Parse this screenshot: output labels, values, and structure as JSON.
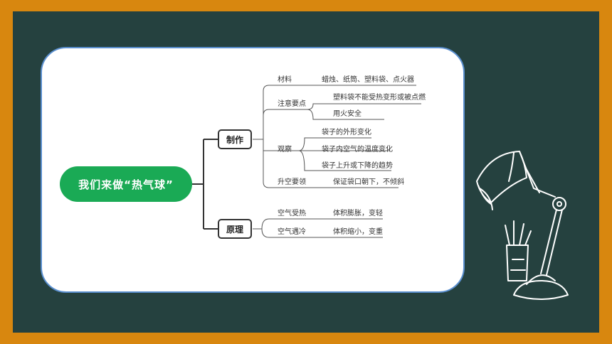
{
  "mindmap": {
    "root": "我们来做“热气球”",
    "branches": [
      {
        "label": "制作",
        "children": [
          {
            "label": "材料",
            "items": [
              "蜡烛、纸筒、塑料袋、点火器"
            ]
          },
          {
            "label": "注意要点",
            "items": [
              "塑料袋不能受热变形或被点燃",
              "用火安全"
            ]
          },
          {
            "label": "观察",
            "items": [
              "袋子的外形变化",
              "袋子内空气的温度变化",
              "袋子上升或下降的趋势"
            ]
          },
          {
            "label": "升空要领",
            "items": [
              "保证袋口朝下，不倾斜"
            ]
          }
        ]
      },
      {
        "label": "原理",
        "children": [
          {
            "label": "空气受热",
            "items": [
              "体积膨胀，变轻"
            ]
          },
          {
            "label": "空气遇冷",
            "items": [
              "体积缩小，变重"
            ]
          }
        ]
      }
    ]
  },
  "colors": {
    "frame": "#d8870f",
    "board": "#25413f",
    "root_fill": "#1aaa55",
    "card_border": "#5a8fcf"
  }
}
